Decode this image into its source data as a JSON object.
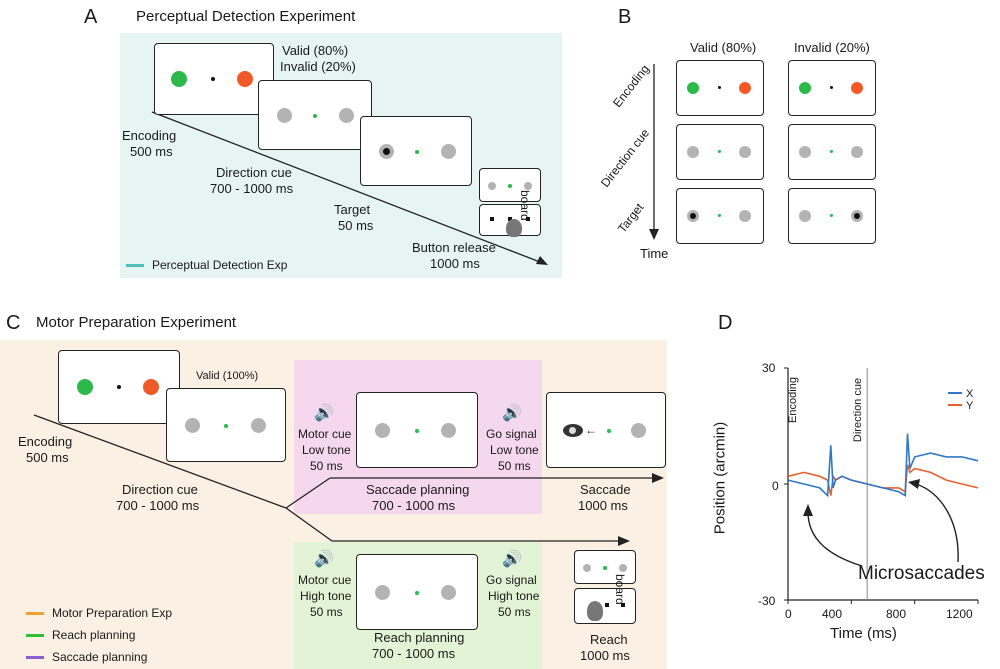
{
  "panelA": {
    "letter": "A",
    "title": "Perceptual Detection Experiment",
    "validity": [
      "Valid (80%)",
      "Invalid (20%)"
    ],
    "encoding": [
      "Encoding",
      "500 ms"
    ],
    "direction_cue": [
      "Direction cue",
      "700 - 1000 ms"
    ],
    "target": [
      "Target",
      "50 ms"
    ],
    "button_release": [
      "Button release",
      "1000 ms"
    ],
    "board": "board",
    "legend": "Perceptual Detection Exp",
    "legend_color": "#4fbfb8",
    "bg_color": "#e6f4f2"
  },
  "panelB": {
    "letter": "B",
    "col_valid": "Valid (80%)",
    "col_invalid": "Invalid (20%)",
    "rows": [
      "Encoding",
      "Direction cue",
      "Target"
    ],
    "time_label": "Time"
  },
  "panelC": {
    "letter": "C",
    "title": "Motor Preparation Experiment",
    "validity": "Valid (100%)",
    "encoding": [
      "Encoding",
      "500 ms"
    ],
    "direction_cue": [
      "Direction cue",
      "700 - 1000 ms"
    ],
    "saccade_motor_cue": [
      "Motor cue",
      "Low tone",
      "50 ms"
    ],
    "saccade_go_signal": [
      "Go signal",
      "Low tone",
      "50 ms"
    ],
    "saccade_planning": [
      "Saccade planning",
      "700 - 1000 ms"
    ],
    "saccade": [
      "Saccade",
      "1000 ms"
    ],
    "reach_motor_cue": [
      "Motor cue",
      "High tone",
      "50 ms"
    ],
    "reach_go_signal": [
      "Go signal",
      "High tone",
      "50 ms"
    ],
    "reach_planning": [
      "Reach planning",
      "700 - 1000 ms"
    ],
    "reach": [
      "Reach",
      "1000 ms"
    ],
    "board": "board",
    "legend": [
      {
        "label": "Motor Preparation Exp",
        "color": "#f0a030"
      },
      {
        "label": "Reach planning",
        "color": "#2ec02e"
      },
      {
        "label": "Saccade planning",
        "color": "#8a5fd0"
      }
    ],
    "bg_color": "#fbf0e4",
    "saccade_bg": "#f6d8ee",
    "reach_bg": "#e2f3d6"
  },
  "colors": {
    "green": "#2cb84a",
    "orange": "#f05a28",
    "gray": "#b3b3b3",
    "fix_green": "#2cb84a"
  },
  "panelD": {
    "letter": "D",
    "ylabel": "Position (arcmin)",
    "xlabel": "Time (ms)",
    "yticks": [
      "30",
      "0",
      "-30"
    ],
    "xticks": [
      "0",
      "400",
      "800",
      "1200"
    ],
    "encoding_label": "Encoding",
    "direction_cue_label": "Direction cue",
    "annotation": "Microsaccades",
    "legend": [
      {
        "label": "X",
        "color": "#2f78c8"
      },
      {
        "label": "Y",
        "color": "#e8602c"
      }
    ]
  },
  "chart_data": {
    "type": "line",
    "xlim": [
      0,
      1200
    ],
    "ylim": [
      -30,
      30
    ],
    "vline": 500,
    "series": [
      {
        "name": "X",
        "x": [
          0,
          100,
          200,
          250,
          270,
          285,
          300,
          340,
          400,
          500,
          600,
          700,
          740,
          755,
          770,
          800,
          900,
          1000,
          1100,
          1200
        ],
        "y": [
          1,
          0,
          -1,
          -3,
          10,
          -1,
          1,
          2,
          1,
          0,
          -1,
          -2,
          -3,
          13,
          4,
          7,
          8,
          7,
          7,
          6
        ]
      },
      {
        "name": "Y",
        "x": [
          0,
          100,
          200,
          250,
          270,
          285,
          300,
          340,
          400,
          500,
          600,
          700,
          740,
          755,
          770,
          800,
          900,
          1000,
          1100,
          1200
        ],
        "y": [
          2,
          3,
          2,
          1,
          -3,
          2,
          1,
          2,
          1,
          0,
          -1,
          -1,
          -2,
          5,
          3,
          4,
          3,
          1,
          0,
          -1
        ]
      }
    ]
  }
}
